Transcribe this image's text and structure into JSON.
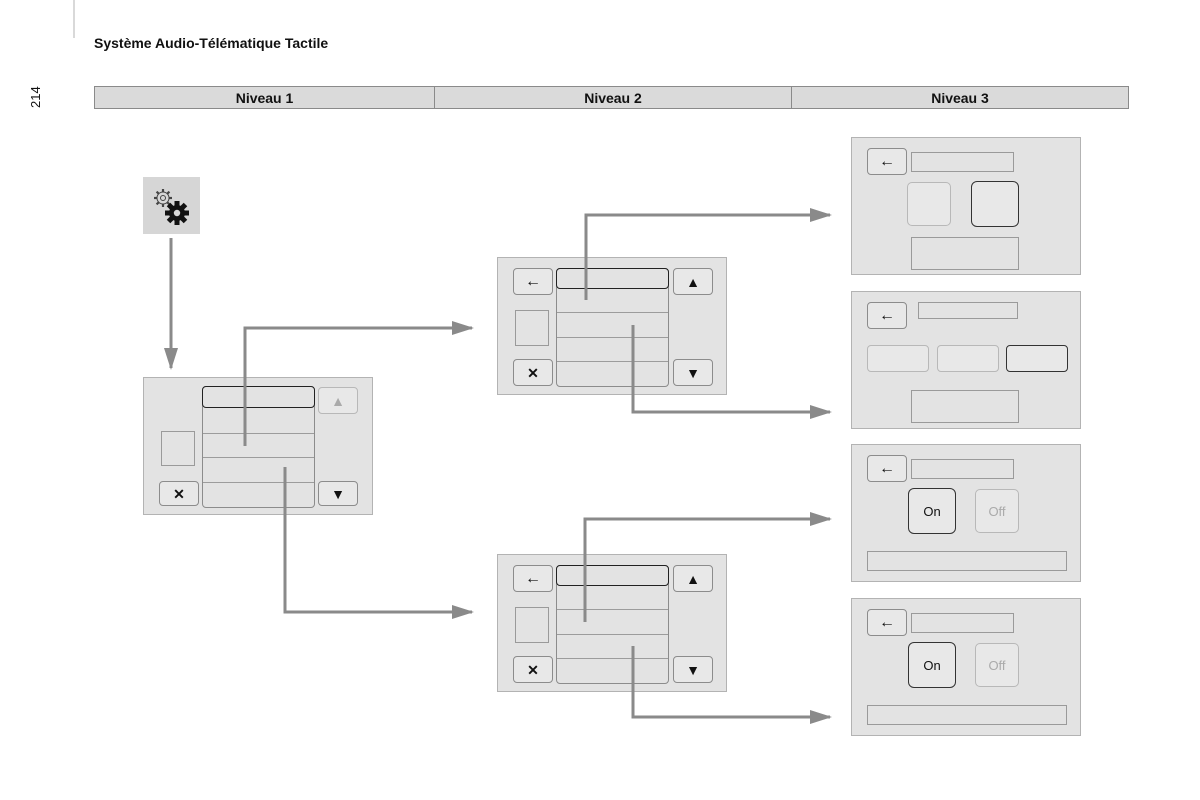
{
  "document": {
    "title": "Système Audio-Télématique Tactile",
    "page_number": "214"
  },
  "levels": [
    "Niveau 1",
    "Niveau 2",
    "Niveau 3"
  ],
  "icons": {
    "back": "←",
    "up": "▲",
    "down": "▼",
    "close": "✕"
  },
  "screens_level3": {
    "on_label": "On",
    "off_label": "Off"
  },
  "colors": {
    "screen_bg": "#e3e3e3",
    "arrow": "#888888",
    "header_bg": "#dadada"
  }
}
